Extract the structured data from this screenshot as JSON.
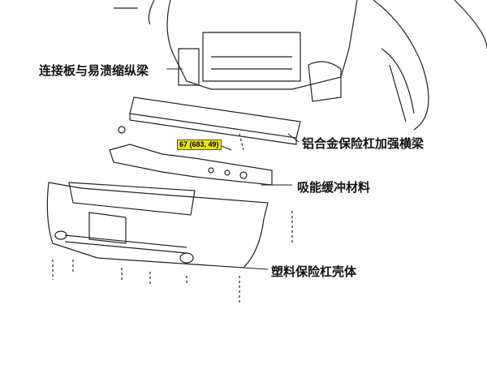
{
  "labels": {
    "side_member": "连接板与易溃缩纵梁",
    "reinforcement": "铝合金保险杠加强横梁",
    "absorber": "吸能缓冲材料",
    "cover": "塑料保险杠壳体"
  },
  "callout": "67 (683, 49)"
}
